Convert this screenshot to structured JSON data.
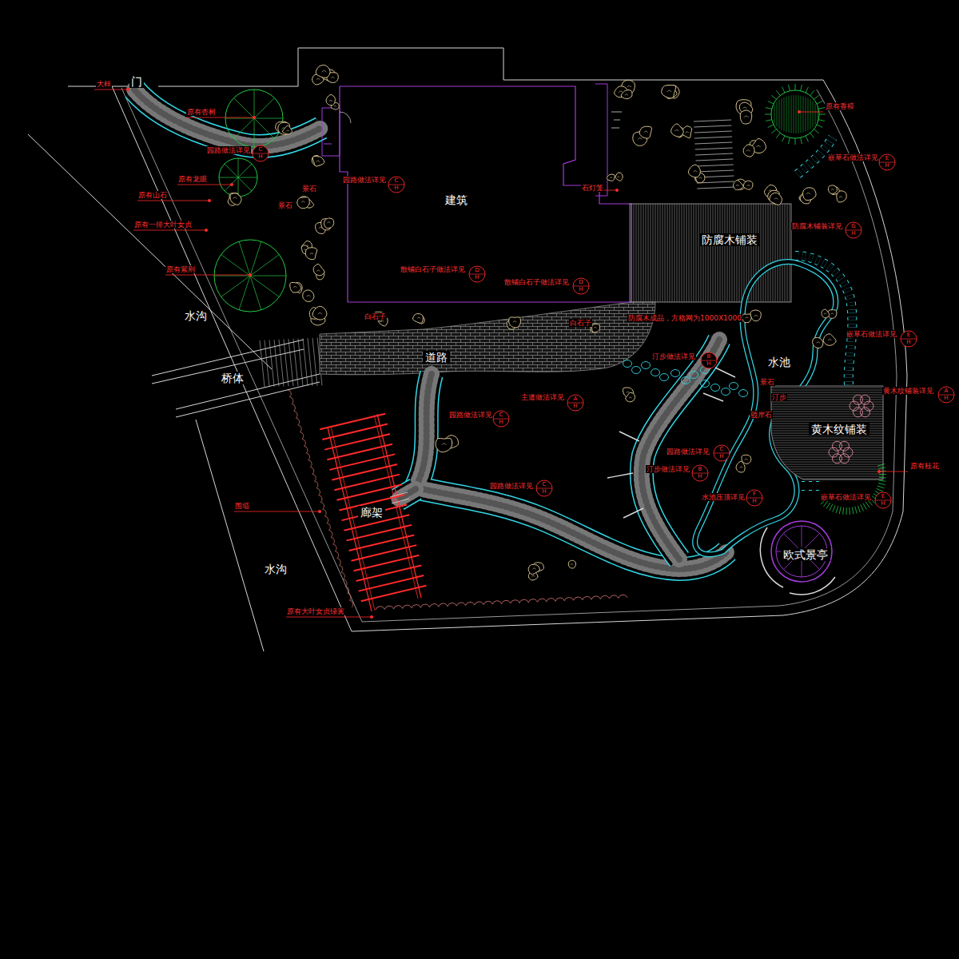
{
  "diagram": {
    "nodes": [
      {
        "text": [
          "建筑"
        ]
      },
      {
        "text": [
          "防腐木铺装"
        ]
      },
      {
        "text": [
          "道路"
        ]
      },
      {
        "text": [
          "水池"
        ]
      },
      {
        "text": [
          "桥体"
        ]
      },
      {
        "text": [
          "黄木纹铺装"
        ]
      },
      {
        "text": [
          "廊架"
        ]
      },
      {
        "text": [
          "欧式景亭"
        ]
      }
    ],
    "labels": [
      "门",
      "大样",
      "原有杏树",
      "园路做法详见",
      "C",
      "H",
      "原有龙眼",
      "原有山石",
      "原有一排大叶女贞",
      "原有紫荆",
      "园路做法详见",
      "C",
      "H",
      "景石",
      "景石",
      "石灯笼",
      "散铺白石子做法详见",
      "D",
      "H",
      "散铺白石子做法详见",
      "D",
      "H",
      "原有香樟",
      "嵌草石做法详见",
      "E",
      "H",
      "防腐木铺装详见",
      "G",
      "H",
      "白石子",
      "白石子",
      "防腐木成品，方格网为1000X1000",
      "水沟",
      "嵌草石做法详见",
      "E",
      "H",
      "汀步做法详见",
      "B",
      "H",
      "黄木纹铺装详见",
      "A",
      "H",
      "主道做法详见",
      "A",
      "H",
      "景石",
      "汀步",
      "驳岸石",
      "园路做法详见",
      "C",
      "H",
      "园路做法详见",
      "C",
      "H",
      "汀步做法详见",
      "B",
      "H",
      "原有桂花",
      "园路做法详见",
      "C",
      "H",
      "水池压顶详见",
      "F",
      "H",
      "嵌草石做法详见",
      "E",
      "H",
      "围墙",
      "水沟",
      "原有大叶女贞绿篱"
    ]
  }
}
